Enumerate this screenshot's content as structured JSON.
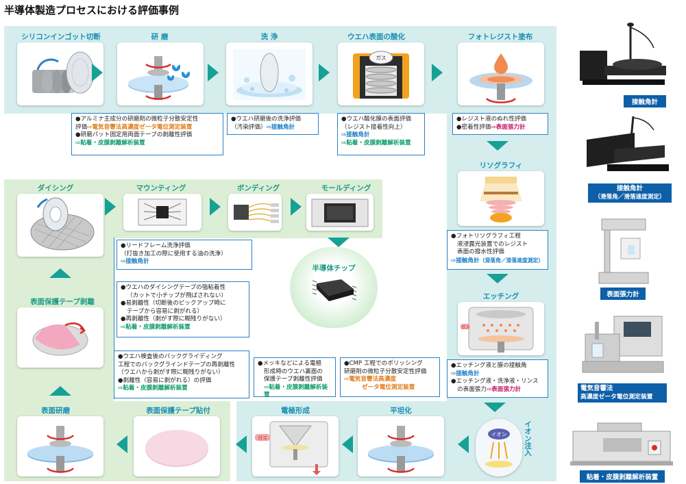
{
  "title": "半導体製造プロセスにおける評価事例",
  "steps": {
    "silicon": "シリコンインゴット切断",
    "polish": "研 磨",
    "wash": "洗 浄",
    "oxidation": "ウエハ表面の酸化",
    "photoresist": "フォトレジスト塗布",
    "litho": "リソグラフィ",
    "etching": "エッチング",
    "ion": "イオン注入",
    "planarize": "平坦化",
    "electrode": "電極形成",
    "tape_apply": "表面保護テープ貼付",
    "back_grind": "表面研磨",
    "tape_peel": "表面保護テープ剥離",
    "dicing": "ダイシング",
    "mounting": "マウンティング",
    "bonding": "ボンディング",
    "molding": "モールディング",
    "chip": "半導体チップ"
  },
  "icon_text": {
    "gas": "ガス",
    "ion": "イオン"
  },
  "notes": {
    "polish": {
      "l1": "●アルミナ主成分の研磨剤の微粒子分散安定性",
      "l2a": "評価",
      "l2b": "⇨電気音響法高濃度ゼータ電位測定装置",
      "l3": "●研磨パット固定用両面テープの剥離性評価",
      "l4": "⇨粘着・皮膜剥離解析装置"
    },
    "wash": {
      "l1": "●ウエハ研磨後の洗浄評価",
      "l2a": "（汚染評価）",
      "l2b": "⇨接触角計"
    },
    "oxidation": {
      "l1": "●ウエハ酸化膜の表面評価",
      "l2": "（レジスト接着性向上）",
      "l3": "⇨接触角計",
      "l4": "⇨粘着・皮膜剥離解析装置"
    },
    "photoresist": {
      "l1": "●レジスト液のぬれ性評価",
      "l2a": "●密着性評価",
      "l2b": "⇨表面張力計"
    },
    "litho": {
      "l1": "●フォトリソグラフィ工程",
      "l2": "液浸露光装置でのレジスト",
      "l3": "表面の撥水性評価",
      "l4a": "⇨接触角計",
      "l4b": "（滑落角／滑落速度測定）"
    },
    "etching": {
      "l1": "●エッチング液と膜の接触角",
      "l2": "⇨接触角計",
      "l3": "●エッチング液・洗浄液・リンス",
      "l4a": "の表面張力",
      "l4b": "⇨表面張力計"
    },
    "mounting": {
      "l1": "●リードフレーム洗浄評価",
      "l2": "（打抜き加工の際に使用する油の洗浄）",
      "l3": "⇨接触角計"
    },
    "dicing": {
      "l1": "●ウエハのダイシングテープの強粘着性",
      "l2": "（カットで小チップが飛ばされない）",
      "l3": "●易剥離性（切断後のピックアップ時に",
      "l4": "テープから容易に剥がれる）",
      "l5": "●再剥離性（剥がす際に糊残りがない）",
      "l6": "⇨粘着・皮膜剥離解析装置"
    },
    "backgrind": {
      "l1": "●ウエハ検査後のバックグライディング",
      "l2": "工程でのバックグラインドテープの再剥離性",
      "l3": "（ウエハから剥がす際に糊残りがない）",
      "l4": "●剥離性（容易に剥がれる）の評価",
      "l5": "⇨粘着・皮膜剥離解析装置"
    },
    "electrode": {
      "l1": "●メッキなどによる電極",
      "l2": "形成時のウエハ裏面の",
      "l3": "保護テープ剥離性評価",
      "l4": "⇨粘着・皮膜剥離解析装置"
    },
    "cmp": {
      "l1": "●CMP 工程でのポリッシング",
      "l2": "研磨剤の微粒子分散安定性評価",
      "l3": "⇨電気音響法高濃度",
      "l4": "ゼータ電位測定装置"
    }
  },
  "equipment": {
    "e1": "接触角計",
    "e2a": "接触角計",
    "e2b": "（滑落角／滑落速度測定）",
    "e3": "表面張力計",
    "e4a": "電気音響法",
    "e4b": "高濃度ゼータ電位測定装置",
    "e5": "粘着・皮膜剥離解析装置"
  },
  "colors": {
    "band_top": "#d8eeee",
    "band_green": "#dcefd8",
    "arrow": "#17a195",
    "title_blue": "#1a8fb3",
    "title_green": "#1d9a86",
    "note_border": "#2a7fc4",
    "equip_label": "#0d5fa8"
  }
}
